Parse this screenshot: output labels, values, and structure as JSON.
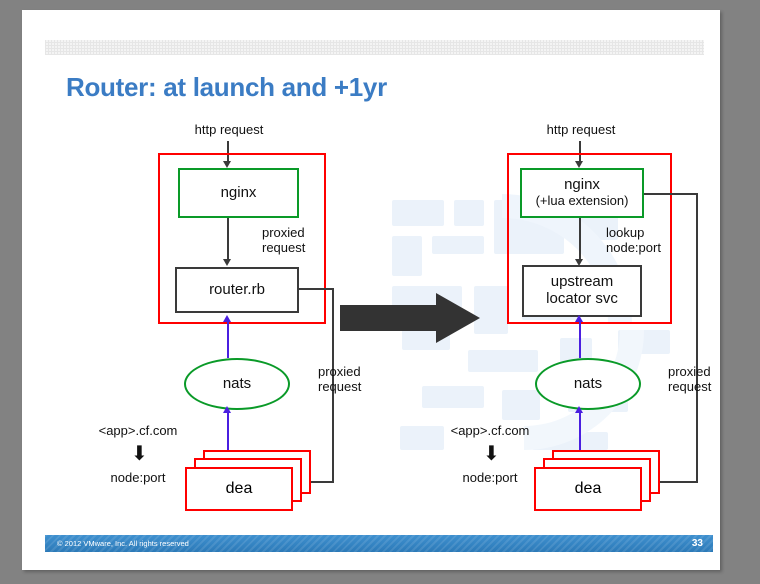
{
  "slide": {
    "title": "Router: at launch and +1yr",
    "footer_text": "© 2012 VMware, Inc. All rights reserved",
    "page_number": "33",
    "accent_color": "#3b7cc4",
    "footer_color": "#2c7ab8"
  },
  "colors": {
    "region_red": "#ff0000",
    "nginx_green": "#0a9a28",
    "nats_green": "#0a9a28",
    "box_dark": "#3a3a3a",
    "nats_link_blue": "#4a1fe0",
    "big_arrow": "#333333"
  },
  "left_diagram": {
    "name": "at launch",
    "entry_label": "http request",
    "nginx": {
      "label": "nginx"
    },
    "edge_nginx_to_router": {
      "line1": "proxied",
      "line2": "request"
    },
    "router": {
      "label": "router.rb"
    },
    "nats": {
      "label": "nats"
    },
    "dea": {
      "label": "dea",
      "count": 3
    },
    "proxied_edge": {
      "line1": "proxied",
      "line2": "request"
    },
    "mapping": {
      "from": "<app>.cf.com",
      "glyph": "down-arrow",
      "to": "node:port"
    }
  },
  "right_diagram": {
    "name": "+1yr",
    "entry_label": "http request",
    "nginx": {
      "label": "nginx",
      "sublabel": "(+lua extension)"
    },
    "edge_nginx_to_locator": {
      "line1": "lookup",
      "line2": "node:port"
    },
    "locator": {
      "line1": "upstream",
      "line2": "locator svc"
    },
    "nats": {
      "label": "nats"
    },
    "dea": {
      "label": "dea",
      "count": 3
    },
    "proxied_edge": {
      "line1": "proxied",
      "line2": "request"
    },
    "mapping": {
      "from": "<app>.cf.com",
      "glyph": "down-arrow",
      "to": "node:port"
    }
  },
  "transition_arrow": {
    "name": "evolution-arrow"
  }
}
